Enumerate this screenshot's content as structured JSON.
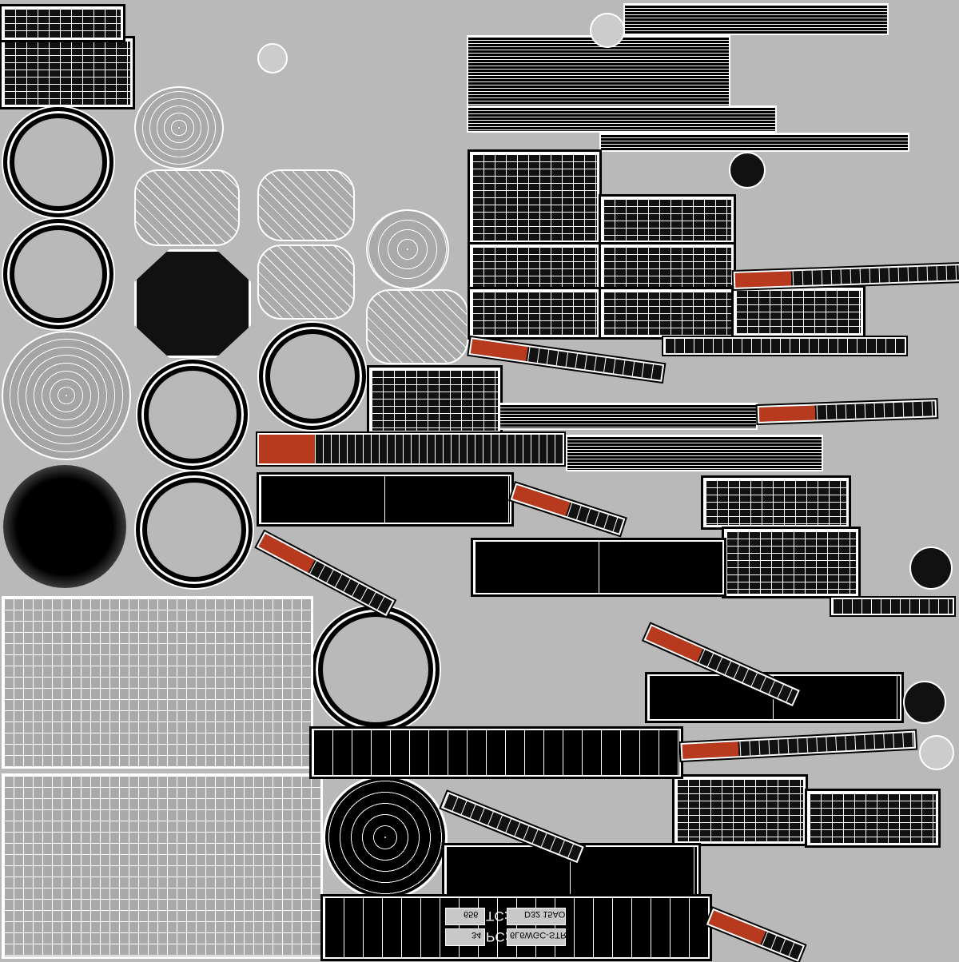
{
  "texture_labels": {
    "tc_label": "TC:",
    "tc_value": "656",
    "tc_code": "D32 15AO",
    "pc_label": "PC:",
    "pc_value": "34",
    "pc_code": "6L6WGC-STR"
  },
  "colors": {
    "background": "#b9b9b9",
    "accent_red": "#b83a1e",
    "wire": "#ffffff",
    "island": "#000000"
  }
}
